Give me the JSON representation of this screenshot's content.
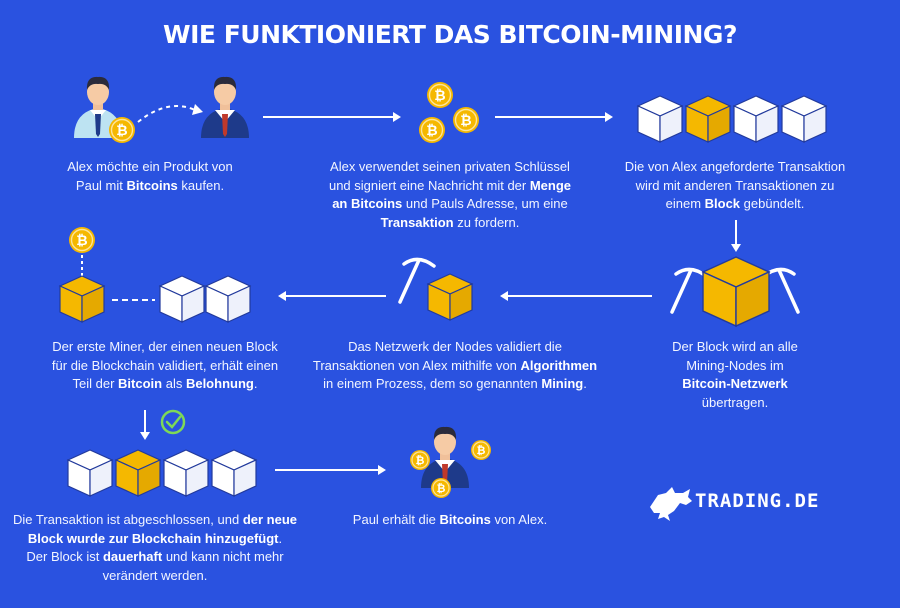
{
  "title": "WIE FUNKTIONIERT DAS BITCOIN-MINING?",
  "steps": {
    "s1": [
      [
        "Alex möchte ein Produkt von",
        ""
      ],
      [
        "Paul mit ",
        "Bitcoins",
        " kaufen."
      ]
    ],
    "s2": [
      [
        "Alex verwendet seinen privaten Schlüssel"
      ],
      [
        "und signiert eine Nachricht mit der ",
        "Menge"
      ],
      [
        "",
        "an Bitcoins",
        " und Pauls Adresse, um eine"
      ],
      [
        "",
        "Transaktion",
        " zu fordern."
      ]
    ],
    "s3": [
      [
        "Die von Alex angeforderte Transaktion"
      ],
      [
        "wird mit anderen Transaktionen zu"
      ],
      [
        "einem ",
        "Block",
        " gebündelt."
      ]
    ],
    "s4": [
      [
        "Der Block wird an alle"
      ],
      [
        "Mining-Nodes im"
      ],
      [
        "",
        "Bitcoin-Netzwerk"
      ],
      [
        "übertragen."
      ]
    ],
    "s5": [
      [
        "Das Netzwerk der Nodes validiert die"
      ],
      [
        "Transaktionen von Alex mithilfe von ",
        "Algorithmen"
      ],
      [
        "in einem Prozess, dem so genannten ",
        "Mining",
        "."
      ]
    ],
    "s6": [
      [
        "Der erste Miner, der einen neuen Block"
      ],
      [
        "für die Blockchain validiert, erhält einen"
      ],
      [
        "Teil der ",
        "Bitcoin",
        " als ",
        "Belohnung",
        "."
      ]
    ],
    "s7": [
      [
        "Die Transaktion ist abgeschlossen, und ",
        "der neue"
      ],
      [
        "",
        "Block wurde zur Blockchain hinzugefügt",
        "."
      ],
      [
        "Der Block ist ",
        "dauerhaft",
        " und kann nicht mehr"
      ],
      [
        "verändert werden."
      ]
    ],
    "s8": [
      [
        "Paul erhält die ",
        "Bitcoins",
        " von Alex."
      ]
    ]
  },
  "logo": {
    "text": "TRADING.DE"
  },
  "colors": {
    "background": "#2a52e0",
    "gold": "#f5b800",
    "white": "#ffffff",
    "check": "#7ed957"
  },
  "icons": [
    "person-icon",
    "bitcoin-coin-icon",
    "block-cube-icon",
    "pickaxe-icon",
    "check-circle-icon",
    "bull-logo-icon",
    "arrow-icon"
  ]
}
